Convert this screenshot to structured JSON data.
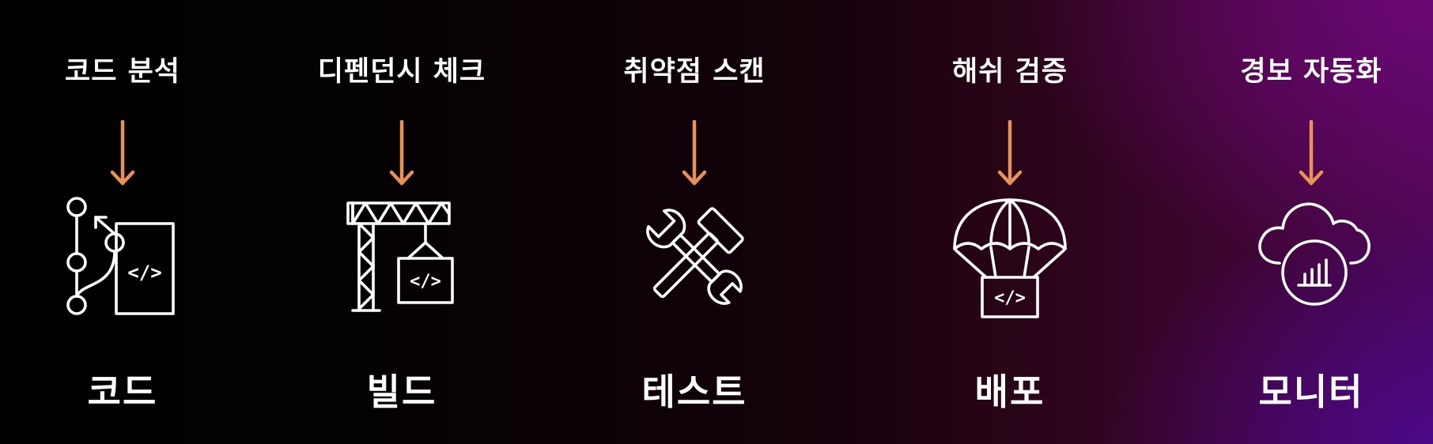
{
  "colors": {
    "arrow": "#e8925a",
    "text": "#ffffff",
    "background_left": "#000000",
    "background_right": "#4a0650"
  },
  "stages": [
    {
      "top_label": "코드 분석",
      "name": "코드",
      "icon": "code-branch-icon"
    },
    {
      "top_label": "디펜던시 체크",
      "name": "빌드",
      "icon": "crane-icon"
    },
    {
      "top_label": "취약점 스캔",
      "name": "테스트",
      "icon": "tools-icon"
    },
    {
      "top_label": "해쉬 검증",
      "name": "배포",
      "icon": "parachute-icon"
    },
    {
      "top_label": "경보 자동화",
      "name": "모니터",
      "icon": "cloud-monitor-icon"
    }
  ]
}
